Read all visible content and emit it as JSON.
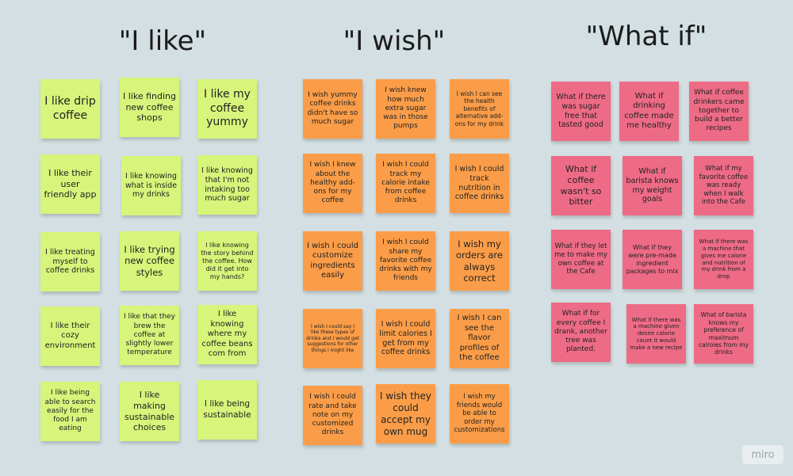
{
  "columns": [
    {
      "heading": "\"I like\"",
      "notes": [
        "I like drip coffee",
        "I like finding new coffee shops",
        "I like my coffee yummy",
        "I like their user friendly app",
        "I like knowing what is inside my drinks",
        "I like knowing that I'm not intaking too much sugar",
        "I like treating myself to coffee drinks",
        "I like trying new coffee styles",
        "I like knowing the story behind the coffee. How did it get into my hands?",
        "I like their cozy environment",
        "I like that they brew the coffee at slightly lower temperature",
        "I like knowing where my coffee beans com from",
        "I like being able to search easily for the food I am eating",
        "I like making sustainable choices",
        "I like being sustainable"
      ]
    },
    {
      "heading": "\"I wish\"",
      "notes": [
        "I wish yummy coffee drinks didn't have so much sugar",
        "I wish knew how much extra sugar was in those pumps",
        "I wish I can see the health benefits of alternative add-ons for my drink",
        "I wish I knew about the healthy add-ons for my coffee",
        "I wish I could track my calorie intake from coffee drinks",
        "I wish I could track nutrition in coffee drinks",
        "I wish I could customize ingredients easily",
        "I wish I could share my favorite coffee drinks with my friends",
        "I wish my orders are always correct",
        "I wish I could say I like these types of drinks and I would get suggestions for other things I might like",
        "I wish I could limit calories I get from my coffee drinks",
        "I wish I can see the flavor profiles of the coffee",
        "I wish I could rate and take note on my customized drinks",
        "I wish they could accept my own mug",
        "I wish my friends would be able to order my customizations"
      ]
    },
    {
      "heading": "\"What if\"",
      "notes": [
        "What if there was sugar free that tasted good",
        "What if drinking coffee made me healthy",
        "What if coffee drinkers came together to build a better recipes",
        "What if coffee wasn't so bitter",
        "What if barista knows my weight goals",
        "What if my favorite coffee was ready when I walk into the Cafe",
        "What if they let me to make my own coffee at the Cafe",
        "What if they were pre-made ingredient packages to mix",
        "What if there was a machine that gives me calorie and nutrition of my drink from a drop",
        "What if for every coffee I drank, another tree was planted.",
        "What if there was a machine given desire calorie count it would make a new recipe",
        "What of barista knows my preference of maximum calroies from my drinks"
      ]
    }
  ],
  "logo": "miro",
  "colors": {
    "background": "#d3dfe2",
    "green": "#d8f47a",
    "orange": "#fb9d48",
    "pink": "#ee6b86"
  }
}
